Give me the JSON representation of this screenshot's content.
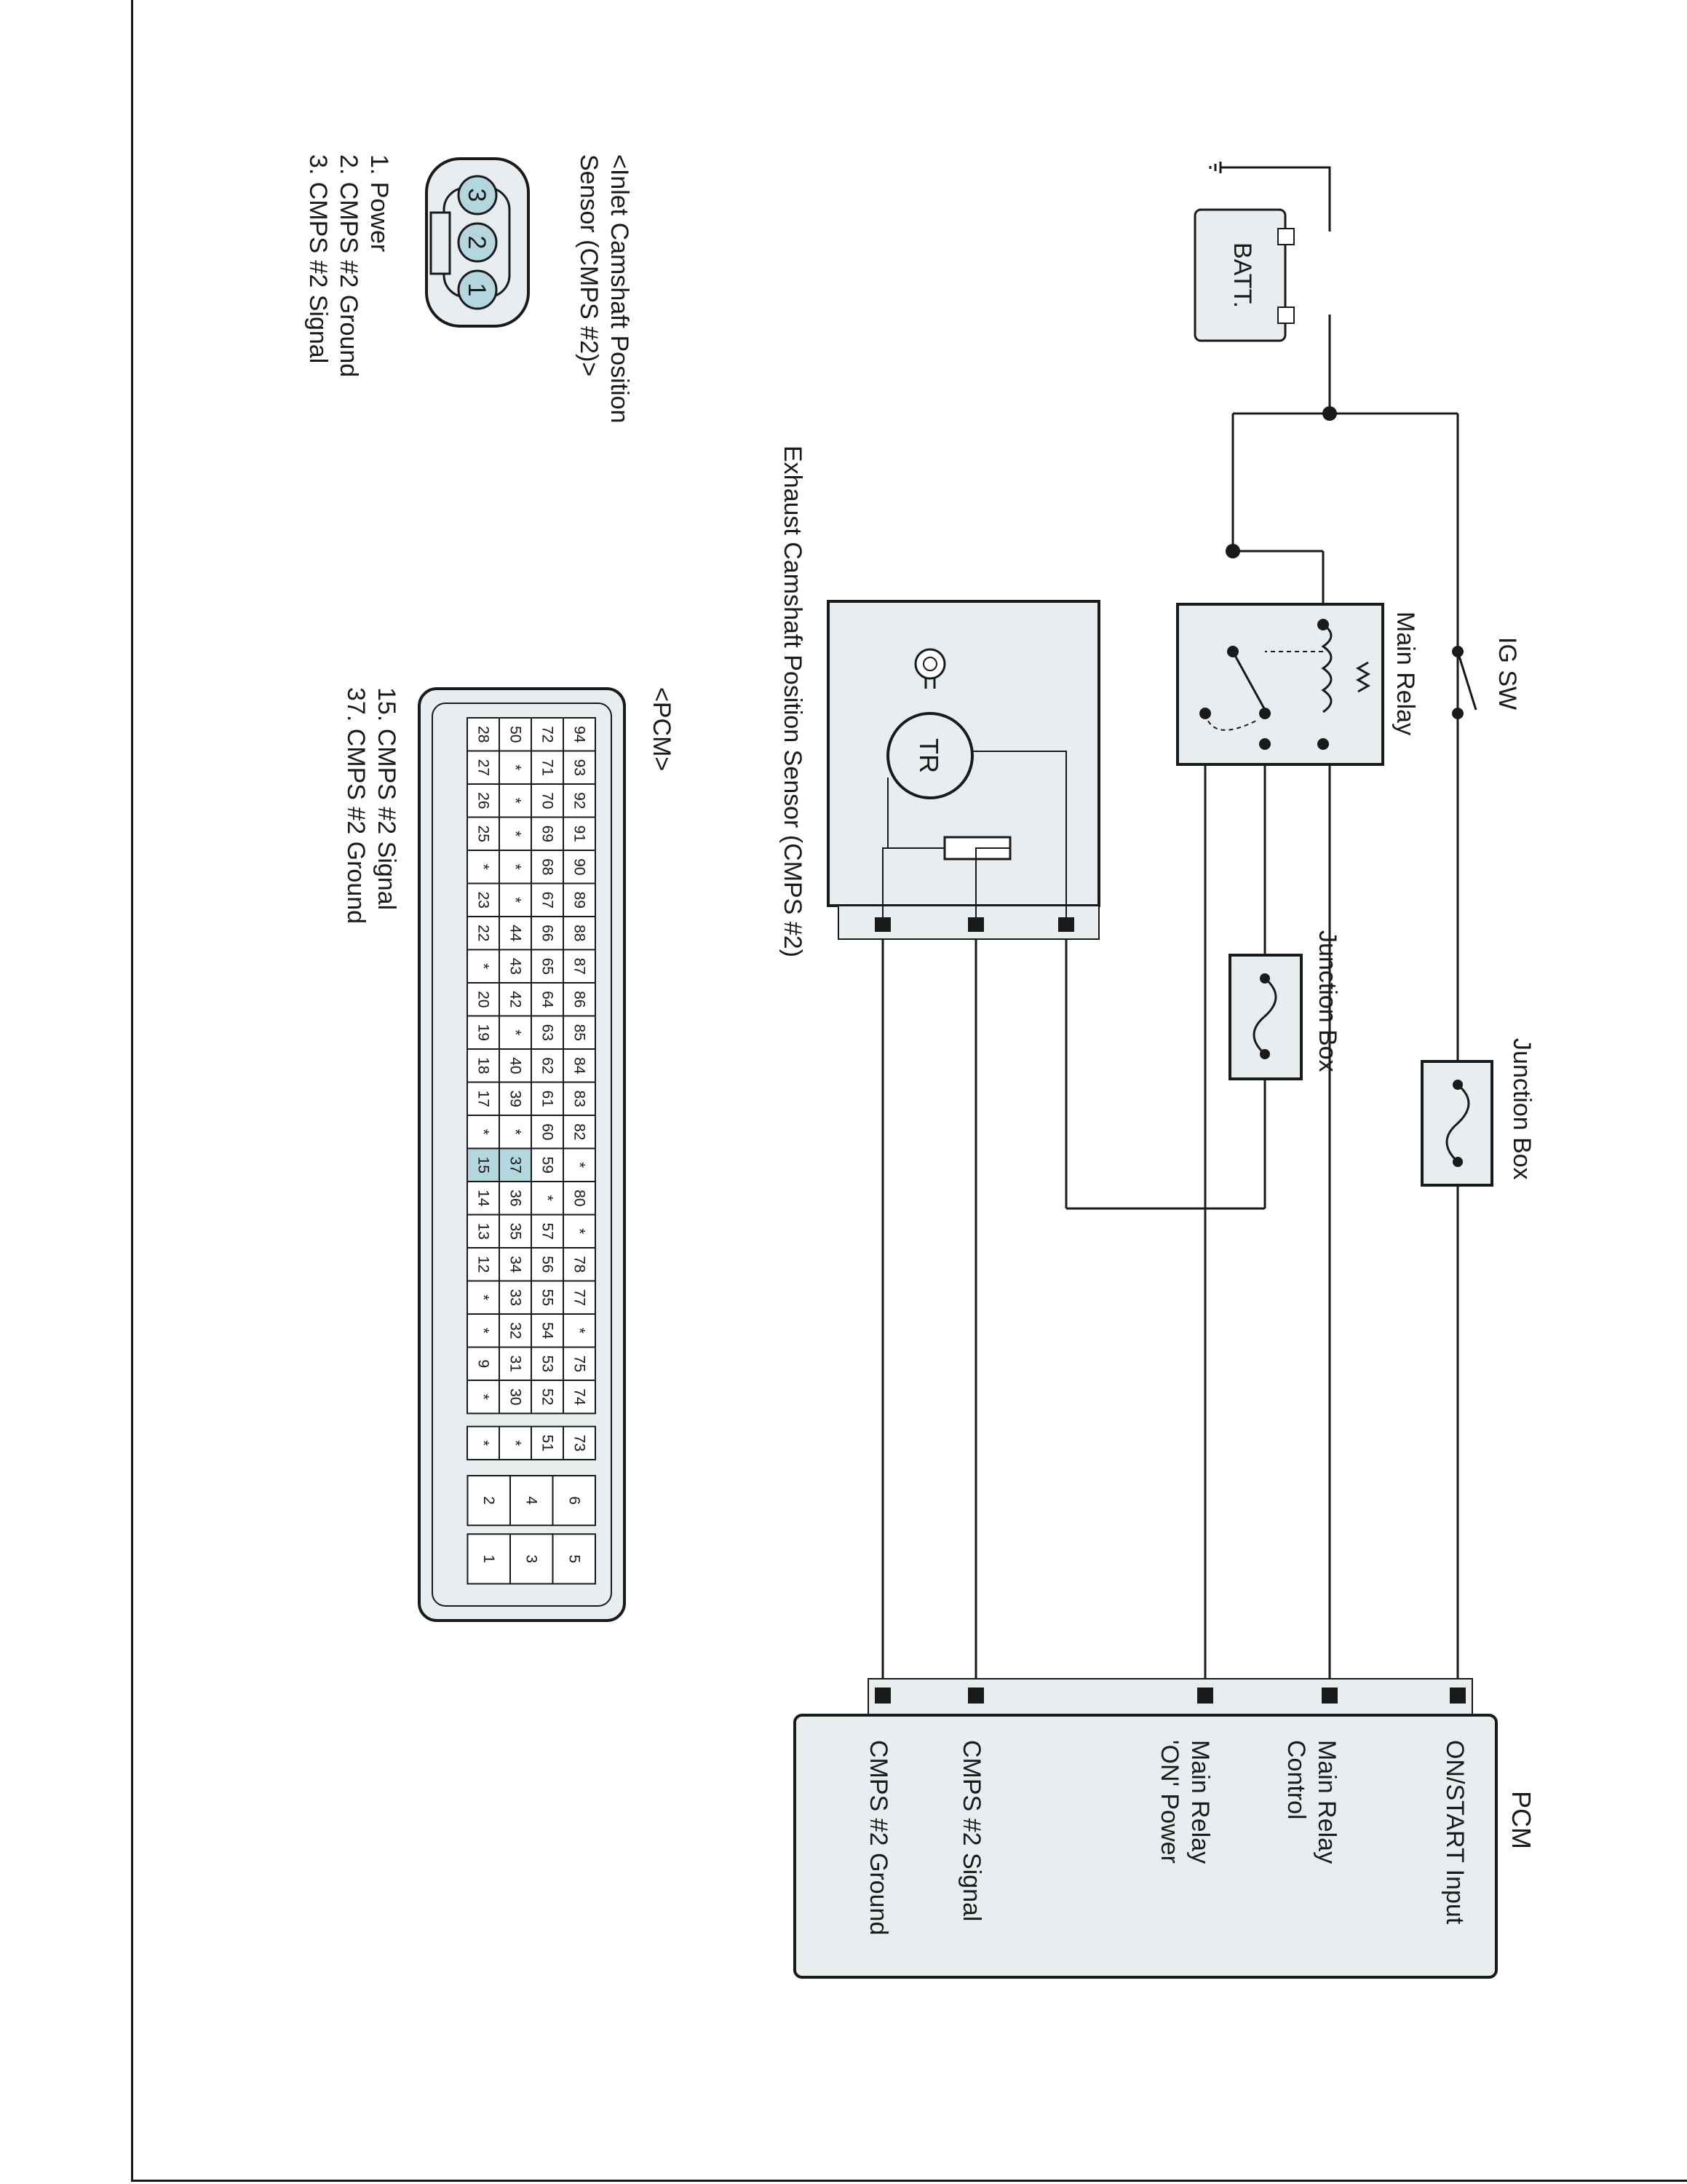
{
  "inlet_sensor": {
    "title_line1": "<Inlet Camshaft Position",
    "title_line2": "Sensor (CMPS #2)>",
    "pins": [
      "3",
      "2",
      "1"
    ],
    "pin_list": [
      "1. Power",
      "2. CMPS #2 Ground",
      "3. CMPS #2 Signal"
    ]
  },
  "pcm_connector": {
    "title": "<PCM>",
    "rows": [
      [
        "94",
        "93",
        "92",
        "91",
        "90",
        "89",
        "88",
        "87",
        "86",
        "85",
        "84",
        "83",
        "82",
        "*",
        "80",
        "*",
        "78",
        "77",
        "*",
        "75",
        "74"
      ],
      [
        "72",
        "71",
        "70",
        "69",
        "68",
        "67",
        "66",
        "65",
        "64",
        "63",
        "62",
        "61",
        "60",
        "59",
        "*",
        "57",
        "56",
        "55",
        "54",
        "53",
        "52"
      ],
      [
        "50",
        "*",
        "*",
        "*",
        "*",
        "*",
        "44",
        "43",
        "42",
        "*",
        "40",
        "39",
        "*",
        "37",
        "36",
        "35",
        "34",
        "33",
        "32",
        "31",
        "30"
      ],
      [
        "28",
        "27",
        "26",
        "25",
        "*",
        "23",
        "22",
        "*",
        "20",
        "19",
        "18",
        "17",
        "*",
        "15",
        "14",
        "13",
        "12",
        "*",
        "*",
        "9",
        "*"
      ]
    ],
    "extra_col": [
      "73",
      "51",
      "*",
      "*"
    ],
    "block_a": [
      [
        "6",
        "5"
      ],
      [
        "4",
        "3"
      ],
      [
        "2",
        "1"
      ]
    ],
    "highlighted": [
      "37",
      "15"
    ],
    "pin_list": [
      "15. CMPS #2 Signal",
      "37. CMPS #2 Ground"
    ]
  },
  "circuit": {
    "battery_label": "BATT.",
    "ig_sw_label": "IG SW",
    "main_relay_label": "Main Relay",
    "junction_box_1": "Junction Box",
    "junction_box_2": "Junction Box",
    "sensor_title": "Exhaust Camshaft Position Sensor (CMPS #2)",
    "sensor_tr": "TR",
    "pcm_title": "PCM",
    "pcm_terminals": [
      "ON/START Input",
      "Main Relay Control",
      "Main Relay 'ON' Power",
      "CMPS #2 Signal",
      "CMPS #2 Ground"
    ]
  },
  "colors": {
    "fill": "#e8eef0",
    "highlight": "#b4d7df",
    "line": "#1a1a1a"
  }
}
